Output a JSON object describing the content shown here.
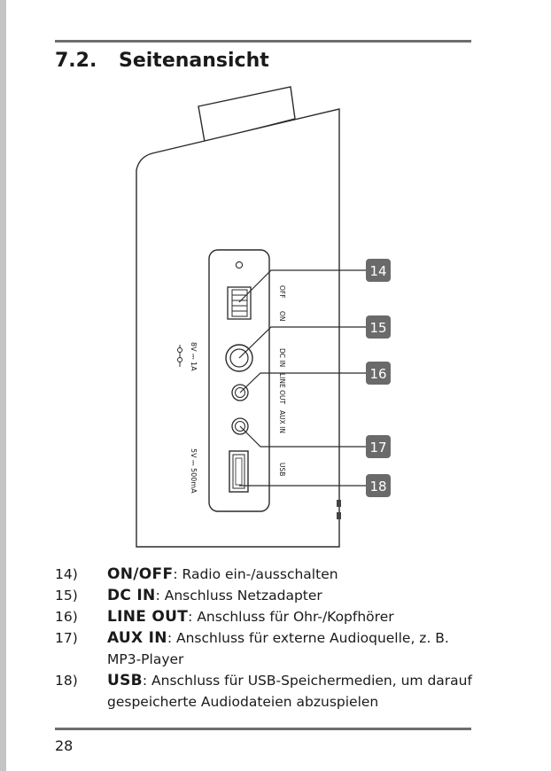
{
  "section": {
    "number": "7.2.",
    "title": "Seitenansicht"
  },
  "figure": {
    "side_labels": {
      "power_spec": "8V ⎓ 1A",
      "usb_spec": "5V ⎓ 500mA"
    },
    "port_labels": {
      "off": "OFF",
      "on": "ON",
      "dc_in": "DC IN",
      "line_out": "LINE OUT",
      "aux_in": "AUX IN",
      "usb": "USB"
    },
    "callouts": [
      "14",
      "15",
      "16",
      "17",
      "18"
    ]
  },
  "items": [
    {
      "num": "14)",
      "term": "ON/OFF",
      "desc": ": Radio ein-/ausschalten",
      "desc2": ""
    },
    {
      "num": "15)",
      "term": "DC IN",
      "desc": ": Anschluss Netzadapter",
      "desc2": ""
    },
    {
      "num": "16)",
      "term": "LINE OUT",
      "desc": ": Anschluss für Ohr-/Kopfhörer",
      "desc2": ""
    },
    {
      "num": "17)",
      "term": "AUX IN",
      "desc": ": Anschluss für externe Audioquelle, z. B.",
      "desc2": "MP3-Player"
    },
    {
      "num": "18)",
      "term": "USB",
      "desc": ": Anschluss für USB-Speichermedien, um darauf",
      "desc2": "gespeicherte Audiodateien abzuspielen"
    }
  ],
  "page_number": "28"
}
